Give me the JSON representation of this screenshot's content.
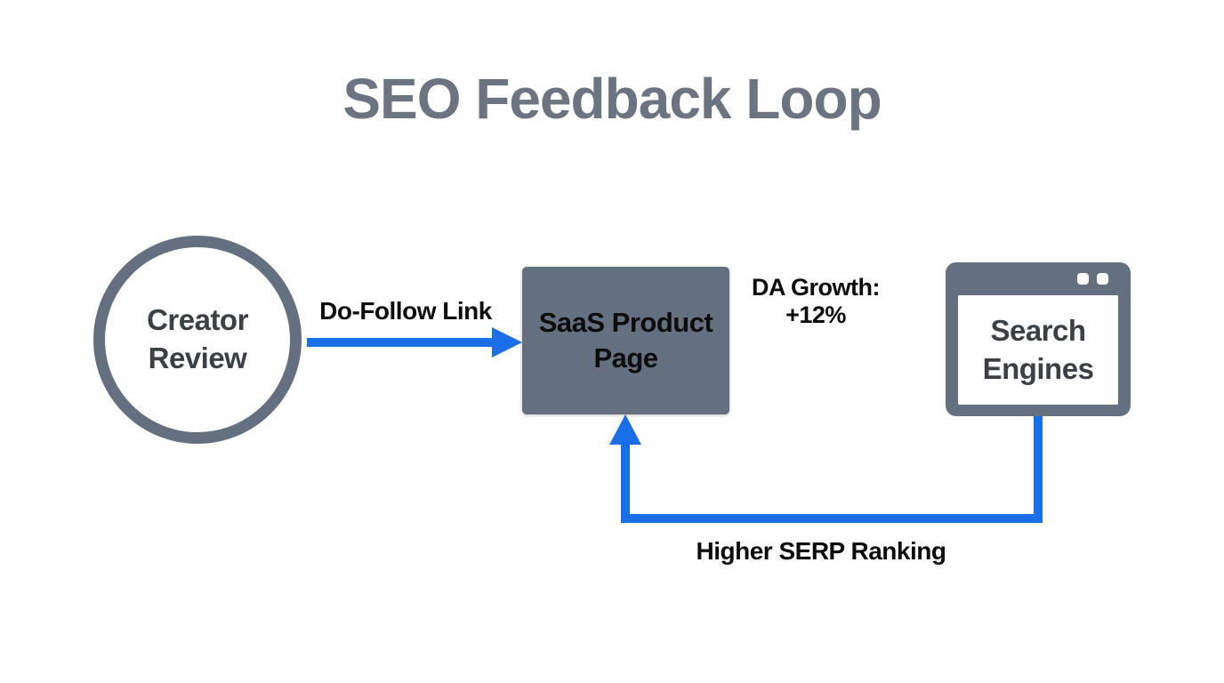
{
  "title": "SEO Feedback Loop",
  "nodes": {
    "creator_review": {
      "label": "Creator\nReview",
      "shape": "circle"
    },
    "saas_product_page": {
      "label": "SaaS Product\nPage",
      "shape": "rectangle"
    },
    "search_engines": {
      "label": "Search\nEngines",
      "shape": "browser-window"
    }
  },
  "edges": {
    "do_follow_link": {
      "label": "Do-Follow Link",
      "from": "creator_review",
      "to": "saas_product_page",
      "direction": "right"
    },
    "higher_serp_ranking": {
      "label": "Higher SERP Ranking",
      "from": "search_engines",
      "to": "saas_product_page",
      "direction": "down-left-up"
    }
  },
  "annotations": {
    "da_growth": {
      "label": "DA Growth:\n+12%"
    }
  },
  "colors": {
    "arrow_blue": "#1a6ee8",
    "node_slate": "#64707f",
    "title_gray": "#6b7480",
    "node_text_dark": "#3b4045",
    "label_black": "#0c0c0c",
    "background": "#ffffff"
  }
}
